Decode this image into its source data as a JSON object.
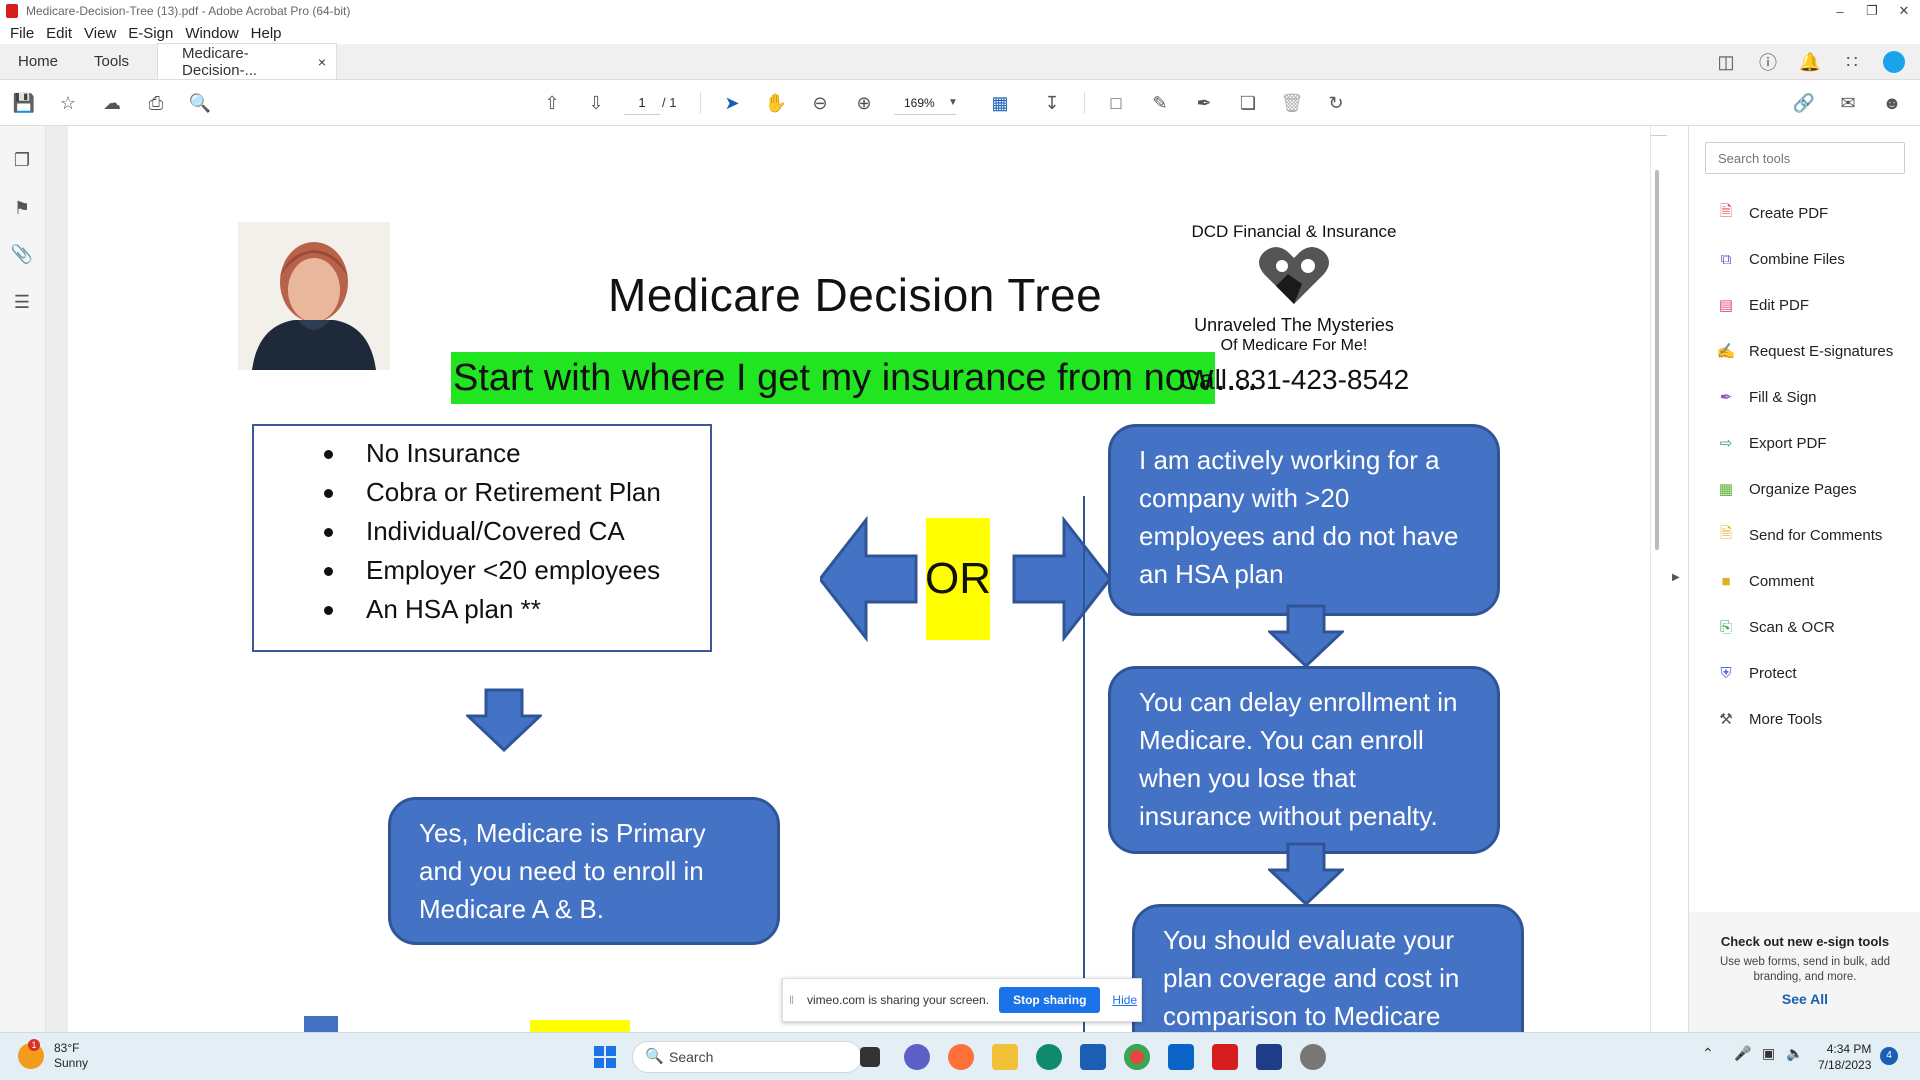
{
  "window": {
    "title": "Medicare-Decision-Tree (13).pdf - Adobe Acrobat Pro (64-bit)"
  },
  "menu": [
    "File",
    "Edit",
    "View",
    "E-Sign",
    "Window",
    "Help"
  ],
  "tabs": {
    "home": "Home",
    "tools": "Tools",
    "doc": "Medicare-Decision-...",
    "close": "×"
  },
  "toolbar": {
    "page_current": "1",
    "page_total": "/ 1",
    "zoom": "169%"
  },
  "right_pane": {
    "search_placeholder": "Search tools",
    "tools": [
      {
        "label": "Create PDF",
        "icon": "create-pdf-icon",
        "color": "#e34850"
      },
      {
        "label": "Combine Files",
        "icon": "combine-files-icon",
        "color": "#6b5bd2"
      },
      {
        "label": "Edit PDF",
        "icon": "edit-pdf-icon",
        "color": "#e34886"
      },
      {
        "label": "Request E-signatures",
        "icon": "request-esign-icon",
        "color": "#a855c9"
      },
      {
        "label": "Fill & Sign",
        "icon": "fill-sign-icon",
        "color": "#8a55c9"
      },
      {
        "label": "Export PDF",
        "icon": "export-pdf-icon",
        "color": "#2e9e6e"
      },
      {
        "label": "Organize Pages",
        "icon": "organize-pages-icon",
        "color": "#5ab034"
      },
      {
        "label": "Send for Comments",
        "icon": "send-comments-icon",
        "color": "#e0b020"
      },
      {
        "label": "Comment",
        "icon": "comment-icon",
        "color": "#e0b020"
      },
      {
        "label": "Scan & OCR",
        "icon": "scan-ocr-icon",
        "color": "#2e9e4e"
      },
      {
        "label": "Protect",
        "icon": "protect-icon",
        "color": "#5b6bd2"
      },
      {
        "label": "More Tools",
        "icon": "more-tools-icon",
        "color": "#555555"
      }
    ],
    "promo": {
      "heading": "Check out new e-sign tools",
      "body": "Use web forms, send in bulk, add branding, and more.",
      "link": "See All"
    }
  },
  "document": {
    "title": "Medicare Decision Tree",
    "highlight": "Start with where I get my insurance from now",
    "highlight_tail": "....",
    "company": {
      "name": "DCD Financial & Insurance",
      "tagline1": "Unraveled The Mysteries",
      "tagline2": "Of Medicare For Me!",
      "phone": "Call 831-423-8542"
    },
    "list": [
      "No Insurance",
      "Cobra or Retirement Plan",
      "Individual/Covered CA",
      "Employer <20 employees",
      "An HSA plan **"
    ],
    "or_label": "OR",
    "bubble_left": "Yes, Medicare is Primary and you need to enroll in Medicare A & B.",
    "bubble_right_1": "I am actively working for a company with >20 employees and do not have an HSA plan",
    "bubble_right_2": "You can delay enrollment in Medicare. You can enroll when you lose that insurance without penalty.",
    "bubble_right_3": "You should evaluate your plan coverage and cost in comparison to Medicare",
    "colors": {
      "bubble": "#4472c4",
      "highlight": "#22e522",
      "or_bg": "#ffff00"
    }
  },
  "share_bar": {
    "message": "vimeo.com is sharing your screen.",
    "stop": "Stop sharing",
    "hide": "Hide"
  },
  "taskbar": {
    "weather_temp": "83°F",
    "weather_desc": "Sunny",
    "weather_badge": "1",
    "search": "Search",
    "time": "4:34 PM",
    "date": "7/18/2023",
    "notifications": "4"
  }
}
